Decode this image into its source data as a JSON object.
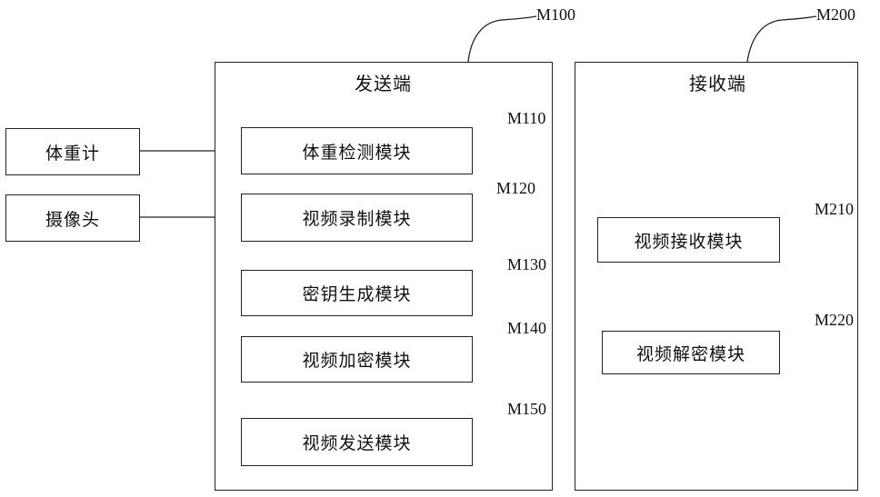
{
  "sender": {
    "title": "发送端",
    "ref": "M100",
    "modules": [
      {
        "label": "体重检测模块",
        "ref": "M110"
      },
      {
        "label": "视频录制模块",
        "ref": "M120"
      },
      {
        "label": "密钥生成模块",
        "ref": "M130"
      },
      {
        "label": "视频加密模块",
        "ref": "M140"
      },
      {
        "label": "视频发送模块",
        "ref": "M150"
      }
    ]
  },
  "receiver": {
    "title": "接收端",
    "ref": "M200",
    "modules": [
      {
        "label": "视频接收模块",
        "ref": "M210"
      },
      {
        "label": "视频解密模块",
        "ref": "M220"
      }
    ]
  },
  "external_devices": [
    {
      "label": "体重计"
    },
    {
      "label": "摄像头"
    }
  ]
}
